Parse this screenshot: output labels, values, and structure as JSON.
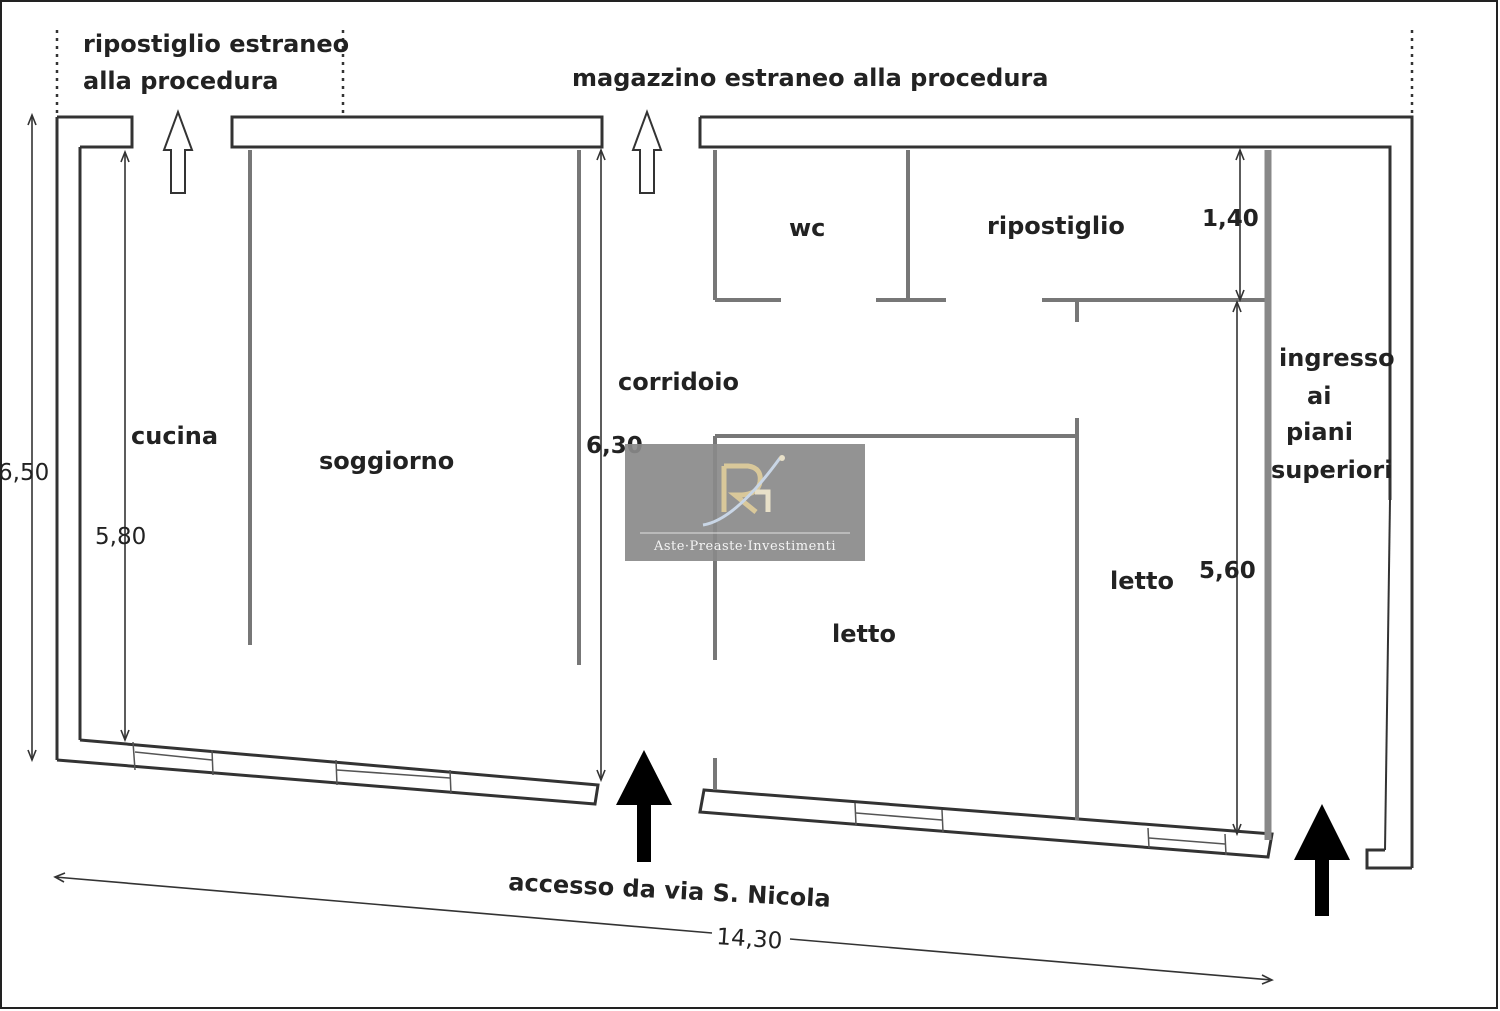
{
  "labels": {
    "ripostiglio_estraneo_1": "ripostiglio estraneo",
    "ripostiglio_estraneo_2": "alla procedura",
    "magazzino": "magazzino estraneo alla procedura",
    "cucina": "cucina",
    "soggiorno": "soggiorno",
    "corridoio": "corridoio",
    "wc": "wc",
    "ripostiglio": "ripostiglio",
    "letto_1": "letto",
    "letto_2": "letto",
    "ingresso_1": "ingresso",
    "ingresso_2": "ai",
    "ingresso_3": "piani",
    "ingresso_4": "superiori",
    "accesso": "accesso da via S. Nicola"
  },
  "dimensions": {
    "total_height": "6,50",
    "cucina_height": "5,80",
    "corridoio_height": "6,30",
    "ripostiglio_depth": "1,40",
    "letto_height": "5,60",
    "total_width": "14,30"
  },
  "watermark": {
    "text": "Aste·Preaste·Investimenti",
    "background": "#8a8a8a",
    "logo_color": "#d9c89a"
  },
  "colors": {
    "walls": "#333333",
    "partitions": "#777777",
    "text": "#222222"
  }
}
